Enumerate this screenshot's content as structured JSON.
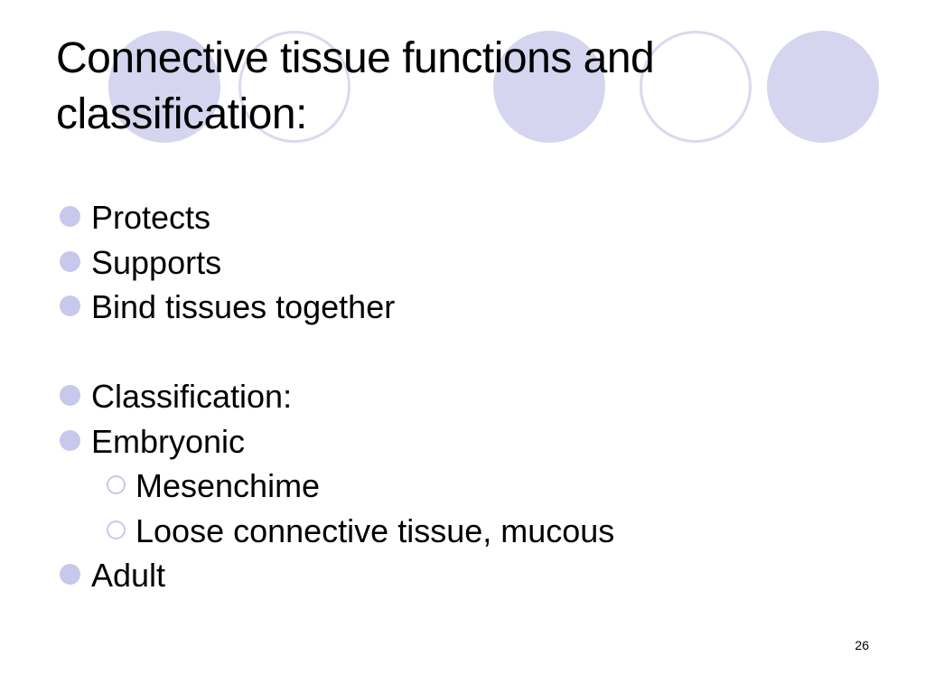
{
  "slide": {
    "title_lines": [
      "Connective tissue functions and",
      "classification:"
    ],
    "bullets": [
      {
        "text": "Protects",
        "level": 1
      },
      {
        "text": "Supports",
        "level": 1
      },
      {
        "text": "Bind tissues together",
        "level": 1
      },
      {
        "text": "Classification:",
        "level": 1
      },
      {
        "text": "Embryonic",
        "level": 1
      },
      {
        "text": "Mesenchime",
        "level": 2
      },
      {
        "text": "Loose connective tissue, mucous",
        "level": 2
      },
      {
        "text": "Adult",
        "level": 1
      }
    ],
    "page_number": "26"
  },
  "colors": {
    "circle_fill": "#d5d5ef",
    "circle_outline": "#d9d9f0",
    "bullet": "#c8c8ec",
    "text": "#000000",
    "background": "#ffffff"
  },
  "icons": {
    "level1_bullet": "filled-circle-bullet-icon",
    "level2_bullet": "hollow-circle-bullet-icon"
  }
}
